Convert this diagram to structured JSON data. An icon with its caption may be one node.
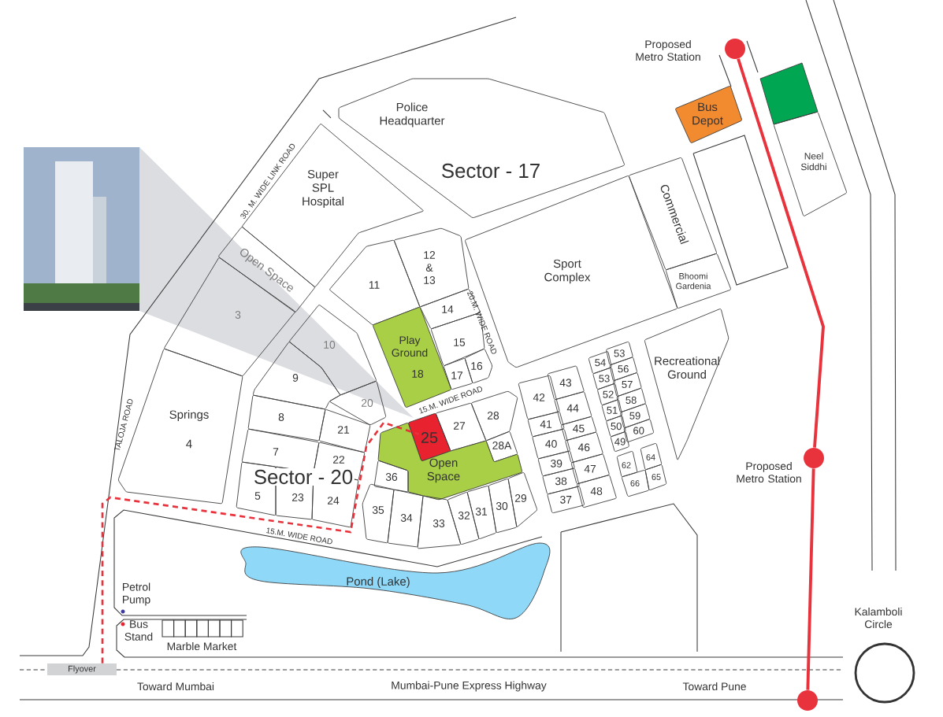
{
  "diagram": {
    "nodes": [
      {
        "text": [],
        "shape": "picture"
      },
      {
        "text": [],
        "shape": "circle",
        "beside": [
          "Proposed Metro Station"
        ]
      },
      {
        "text": [
          "Bus Depot"
        ]
      },
      {
        "text": [],
        "shape": "box"
      },
      {
        "text": [
          "Police Headquarter",
          "Sector - 17"
        ]
      },
      {
        "text": [
          "Neel Siddhi"
        ]
      },
      {
        "text": [
          "Super SPL Hospital"
        ]
      },
      {
        "text": [
          "Commercial"
        ]
      },
      {
        "text": [
          "Open Space"
        ]
      },
      {
        "text": [
          "Sport Complex"
        ]
      },
      {
        "text": [
          "11"
        ]
      },
      {
        "text": [
          "12 & 13"
        ]
      },
      {
        "text": [
          "Bhoomi Gardenia"
        ]
      },
      {
        "text": [
          "3"
        ]
      },
      {
        "text": [
          "14"
        ]
      },
      {
        "text": [
          "10"
        ]
      },
      {
        "text": [
          "Play Ground",
          "18"
        ]
      },
      {
        "text": [
          "15"
        ]
      },
      {
        "text": [
          "Recreational Ground"
        ]
      },
      {
        "text": [
          "16"
        ]
      },
      {
        "text": [
          "17"
        ]
      },
      {
        "text": [
          "9"
        ]
      },
      {
        "text": [
          "20"
        ]
      },
      {
        "text": [
          "Springs",
          "4"
        ]
      },
      {
        "text": [
          "8"
        ]
      },
      {
        "text": [
          "21"
        ]
      },
      {
        "text": [
          "25"
        ]
      },
      {
        "text": [
          "27"
        ]
      },
      {
        "text": [
          "28"
        ]
      },
      {
        "text": [
          "28A"
        ]
      },
      {
        "text": [
          "Open Space"
        ]
      },
      {
        "text": [
          "7"
        ]
      },
      {
        "text": [
          "22"
        ]
      },
      {
        "text": [
          "36"
        ]
      },
      {
        "text": [
          "5"
        ]
      },
      {
        "text": [
          "23"
        ]
      },
      {
        "text": [
          "24"
        ]
      },
      {
        "text": [
          "35"
        ]
      },
      {
        "text": [
          "34"
        ]
      },
      {
        "text": [
          "33"
        ]
      },
      {
        "text": [
          "32"
        ]
      },
      {
        "text": [
          "31"
        ]
      },
      {
        "text": [
          "30"
        ]
      },
      {
        "text": [
          "29"
        ]
      },
      {
        "text": [
          "42"
        ]
      },
      {
        "text": [
          "41"
        ]
      },
      {
        "text": [
          "40"
        ]
      },
      {
        "text": [
          "39"
        ]
      },
      {
        "text": [
          "38"
        ]
      },
      {
        "text": [
          "37"
        ]
      },
      {
        "text": [
          "43"
        ]
      },
      {
        "text": [
          "44"
        ]
      },
      {
        "text": [
          "45"
        ]
      },
      {
        "text": [
          "46"
        ]
      },
      {
        "text": [
          "47"
        ]
      },
      {
        "text": [
          "48"
        ]
      },
      {
        "text": [
          "54"
        ]
      },
      {
        "text": [
          "53"
        ]
      },
      {
        "text": [
          "52"
        ]
      },
      {
        "text": [
          "51"
        ]
      },
      {
        "text": [
          "50"
        ]
      },
      {
        "text": [
          "49"
        ]
      },
      {
        "text": [
          "53"
        ]
      },
      {
        "text": [
          "56"
        ]
      },
      {
        "text": [
          "57"
        ]
      },
      {
        "text": [
          "58"
        ]
      },
      {
        "text": [
          "59"
        ]
      },
      {
        "text": [
          "60"
        ]
      },
      {
        "text": [
          "62"
        ]
      },
      {
        "text": [
          "64"
        ]
      },
      {
        "text": [
          "66"
        ]
      },
      {
        "text": [
          "65"
        ]
      },
      {
        "text": [],
        "shape": "circle",
        "beside": [
          "Proposed Metro Station"
        ]
      },
      {
        "text": [
          "Pond (Lake)"
        ]
      },
      {
        "text": [],
        "shape": "circle",
        "beside": [
          "Kalamboli Circle"
        ]
      },
      {
        "text": [
          "Flyover"
        ]
      },
      {
        "text": [],
        "shape": "circle"
      }
    ],
    "edges": [
      {
        "from": 1,
        "to": 72,
        "arrow": "none"
      },
      {
        "from": 72,
        "to": 76,
        "arrow": "none"
      },
      {
        "from": 75,
        "to": 26,
        "arrow": "none",
        "style": "dashed"
      }
    ],
    "labels": [
      "30. M. WIDE LINK ROAD",
      "TALOJA ROAD",
      "20.M. WIDE ROAD",
      "15.M. WIDE ROAD",
      "Sector - 20",
      "15.M. WIDE ROAD",
      "Petrol Pump",
      "Bus Stand",
      "Marble Market",
      "Toward Mumbai",
      "Mumbai-Pune Express Highway",
      "Toward Pune"
    ]
  }
}
